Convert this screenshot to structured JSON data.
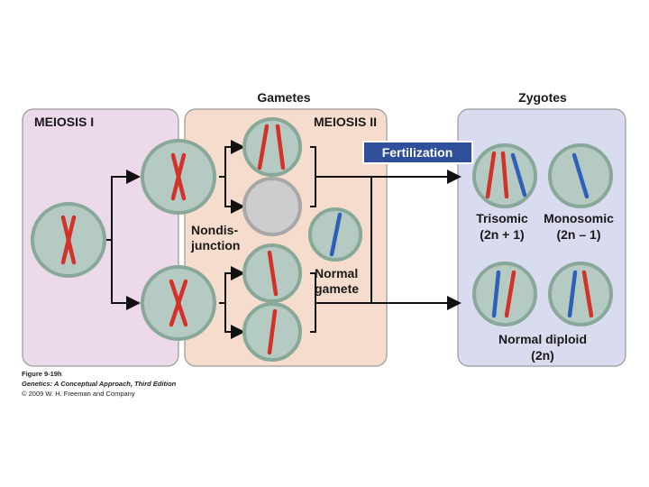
{
  "headers": {
    "gametes": "Gametes",
    "zygotes": "Zygotes"
  },
  "panels": {
    "meiosis1": "MEIOSIS I",
    "meiosis2": "MEIOSIS II"
  },
  "fertilization": "Fertilization",
  "labels": {
    "nondis_line1": "Nondis-",
    "nondis_line2": "junction",
    "normal_line1": "Normal",
    "normal_line2": "gamete",
    "trisomic_line1": "Trisomic",
    "trisomic_line2": "(2n + 1)",
    "monosomic_line1": "Monosomic",
    "monosomic_line2": "(2n – 1)",
    "diploid_line1": "Normal diploid",
    "diploid_line2": "(2n)"
  },
  "caption": {
    "figure": "Figure 9-19h",
    "book": "Genetics: A Conceptual Approach, Third Edition",
    "copyright": "© 2009 W. H. Freeman and Company"
  },
  "colors": {
    "meiosis1_bg": "#ecd9ea",
    "meiosis2_bg": "#f5dccc",
    "zygote_bg": "#d9dbef",
    "cell_fill": "#b5cac2",
    "cell_border": "#88a89a",
    "empty_cell": "#cdcdcd",
    "red_chromosome": "#d3322a",
    "blue_chromosome": "#2f5fb8",
    "fertilization_box": "#2f4f9a"
  }
}
